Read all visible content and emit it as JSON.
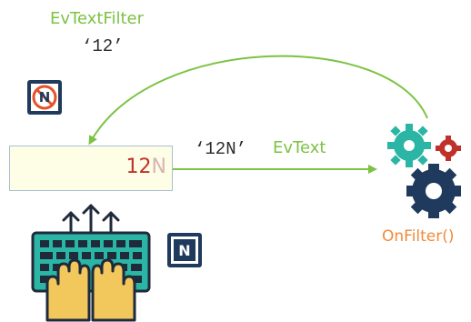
{
  "filter_event": {
    "name": "EvTextFilter",
    "value": "‘12’"
  },
  "input_box": {
    "typed": "12",
    "rejected": "N"
  },
  "text_event": {
    "value": "‘12N’",
    "name": "EvText"
  },
  "handler": {
    "name": "OnFilter()"
  },
  "key_n": {
    "letter": "N"
  },
  "colors": {
    "event_arrow": "#7cc243",
    "handler_text": "#f08a3a",
    "typed_text": "#c0312b",
    "badge_navy": "#1f3a5c",
    "gear_teal": "#2ab5a4",
    "gear_red": "#c0312b",
    "gear_navy": "#1f3a5c",
    "keyboard": "#2ab5a4",
    "hands": "#f2c75c"
  },
  "icons": [
    "blocked-n-key-icon",
    "n-key-icon",
    "keyboard-icon",
    "hands-icon",
    "gears-icon"
  ]
}
